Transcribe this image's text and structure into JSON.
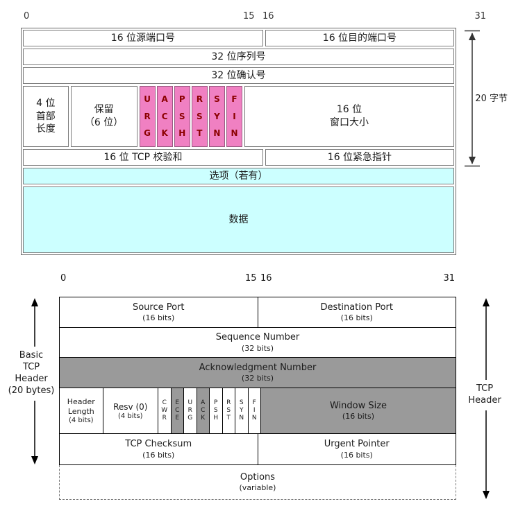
{
  "cn": {
    "ruler": {
      "zero": "0",
      "fifteen": "15",
      "sixteen": "16",
      "thirtyone": "31"
    },
    "source_port": "16 位源端口号",
    "dest_port": "16 位目的端口号",
    "seq": "32 位序列号",
    "ack": "32 位确认号",
    "header_len": "4 位\n首部\n长度",
    "reserved": "保留\n（6 位）",
    "flags": [
      "U\nR\nG",
      "A\nC\nK",
      "P\nS\nH",
      "R\nS\nT",
      "S\nY\nN",
      "F\nI\nN"
    ],
    "window": "16 位\n窗口大小",
    "checksum": "16 位 TCP 校验和",
    "urgent": "16 位紧急指针",
    "options": "选项（若有）",
    "data": "数据",
    "bytes_label": "20 字节"
  },
  "en": {
    "ruler": {
      "zero": "0",
      "fifteen": "15",
      "sixteen": "16",
      "thirtyone": "31"
    },
    "source_port": {
      "label": "Source Port",
      "sub": "(16 bits)"
    },
    "dest_port": {
      "label": "Destination Port",
      "sub": "(16 bits)"
    },
    "seq": {
      "label": "Sequence Number",
      "sub": "(32 bits)"
    },
    "ack": {
      "label": "Acknowledgment Number",
      "sub": "(32 bits)"
    },
    "header_len": {
      "label": "Header\nLength",
      "sub": "(4 bits)"
    },
    "resv": {
      "label": "Resv (0)",
      "sub": "(4 bits)"
    },
    "flags": [
      "C\nW\nR",
      "E\nC\nE",
      "U\nR\nG",
      "A\nC\nK",
      "P\nS\nH",
      "R\nS\nT",
      "S\nY\nN",
      "F\nI\nN"
    ],
    "window": {
      "label": "Window Size",
      "sub": "(16 bits)"
    },
    "checksum": {
      "label": "TCP Checksum",
      "sub": "(16 bits)"
    },
    "urgent": {
      "label": "Urgent Pointer",
      "sub": "(16 bits)"
    },
    "options": {
      "label": "Options",
      "sub": "(variable)"
    },
    "left_brace": "Basic\nTCP\nHeader\n(20 bytes)",
    "right_brace": "TCP\nHeader"
  },
  "colors": {
    "flag_fill": "#F080C2",
    "flag_text": "#8B0000",
    "options_data_fill": "#CCFFFF",
    "shaded_row_fill": "#9A9A9A"
  }
}
